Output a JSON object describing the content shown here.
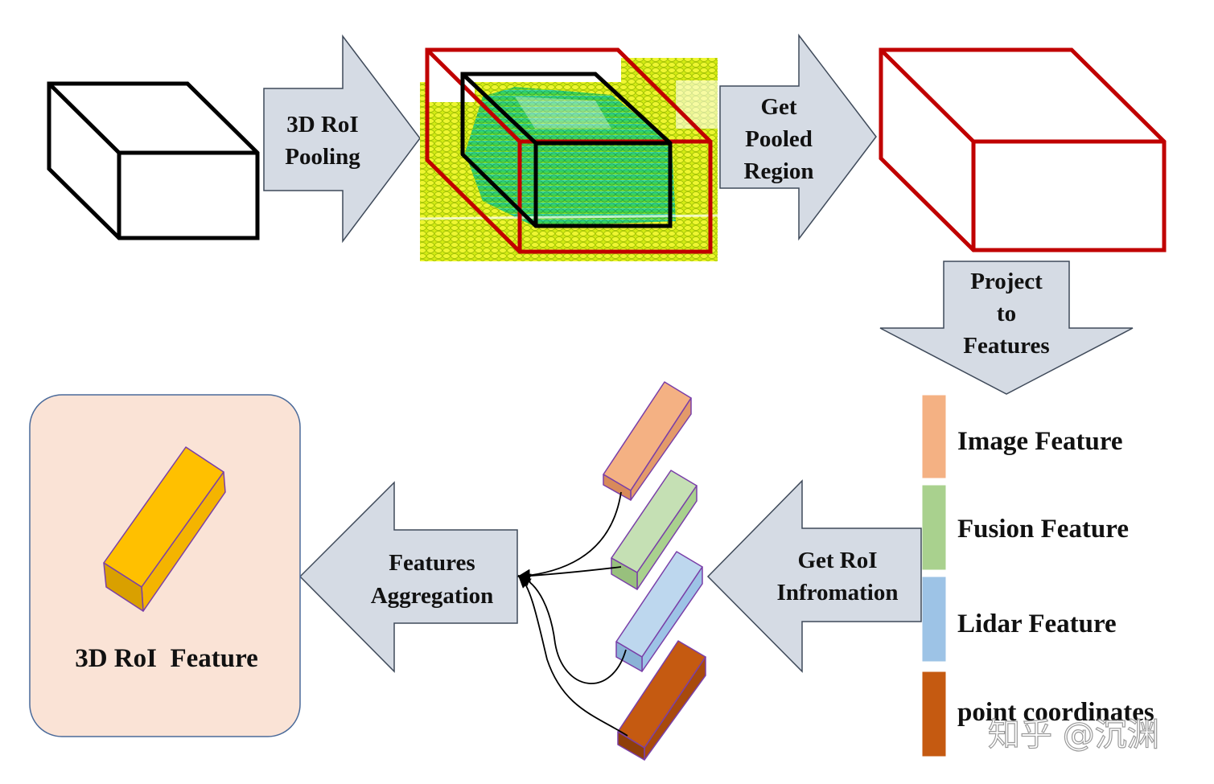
{
  "colors": {
    "arrow_fill": "#d5dbe4",
    "arrow_stroke": "#3f4a5a",
    "red_box": "#c00000",
    "black_box": "#000000",
    "roi_panel_fill": "#fae3d6",
    "roi_panel_stroke": "#4a6a9a",
    "image_feature": "#f4b183",
    "fusion_feature": "#a9d18e",
    "lidar_feature": "#9dc3e6",
    "point_coordinates": "#c55a11",
    "roi_feature_bar": "#ffc000"
  },
  "arrows": {
    "roi_pooling": [
      "3D RoI",
      "Pooling"
    ],
    "get_pooled": [
      "Get",
      "Pooled",
      "Region"
    ],
    "project": [
      "Project",
      "to",
      "Features"
    ],
    "get_roi_info": [
      "Get RoI",
      "Infromation"
    ],
    "features_aggregation": [
      "Features",
      "Aggregation"
    ]
  },
  "legend": [
    {
      "label": "Image Feature",
      "color": "#f4b183"
    },
    {
      "label": "Fusion Feature",
      "color": "#a9d18e"
    },
    {
      "label": "Lidar Feature",
      "color": "#9dc3e6"
    },
    {
      "label": "point coordinates",
      "color": "#c55a11"
    }
  ],
  "roi_feature_label": "3D RoI  Feature",
  "watermark": "知乎 @沉渊",
  "icons": [
    "3d-box-icon",
    "point-cloud-car-image",
    "feature-bar-icon"
  ]
}
